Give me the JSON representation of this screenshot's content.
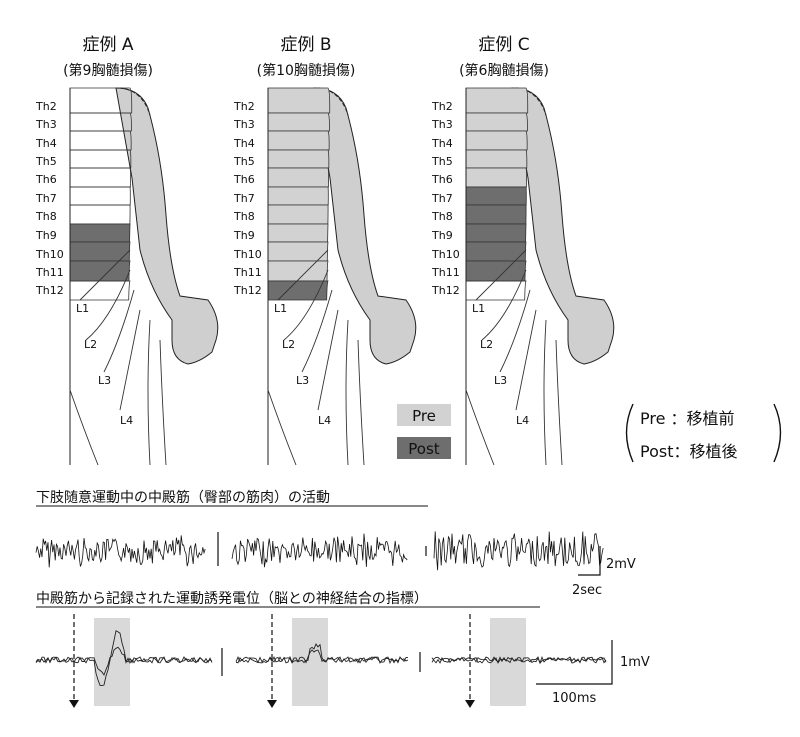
{
  "cases": [
    {
      "title": "症例 A",
      "subtitle": "(第9胸髄損傷)",
      "pre": [],
      "post": [
        "Th9",
        "Th10",
        "Th11"
      ]
    },
    {
      "title": "症例 B",
      "subtitle": "(第10胸髄損傷)",
      "pre": [
        "Th2",
        "Th3",
        "Th4",
        "Th5",
        "Th6",
        "Th7",
        "Th8",
        "Th9",
        "Th10",
        "Th11"
      ],
      "post": [
        "Th12"
      ]
    },
    {
      "title": "症例 C",
      "subtitle": "(第6胸髄損傷)",
      "pre": [
        "Th2",
        "Th3",
        "Th4",
        "Th5",
        "Th6"
      ],
      "post": [
        "Th7",
        "Th8",
        "Th9",
        "Th10",
        "Th11"
      ]
    }
  ],
  "thoracic_levels": [
    "Th2",
    "Th3",
    "Th4",
    "Th5",
    "Th6",
    "Th7",
    "Th8",
    "Th9",
    "Th10",
    "Th11",
    "Th12"
  ],
  "lumbar_levels": [
    "L1",
    "L2",
    "L3",
    "L4"
  ],
  "legend": {
    "pre": "Pre",
    "post": "Post",
    "pre_color": "#d2d2d2",
    "post_color": "#6e6e6e"
  },
  "legend_note": {
    "pre_line": "Pre  ：移植前",
    "post_line": "Post：移植後"
  },
  "emg": {
    "title": "下肢随意運動中の中殿筋（臀部の筋肉）の活動",
    "scale_y": "2mV",
    "scale_x": "2sec"
  },
  "mep": {
    "title": "中殿筋から記録された運動誘発電位（脳との神経結合の指標）",
    "scale_y": "1mV",
    "scale_x": "100ms"
  }
}
